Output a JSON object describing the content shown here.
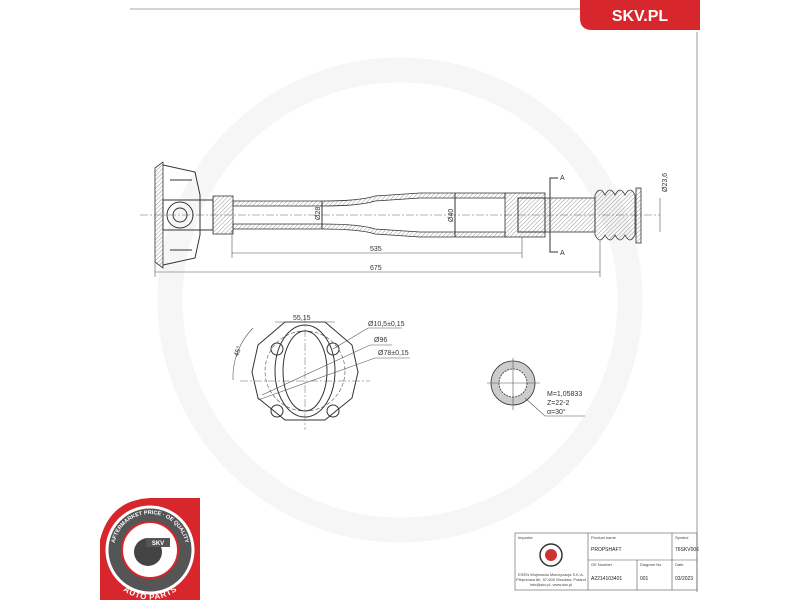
{
  "brand": {
    "site_label": "SKV.PL",
    "accent": "#d7262c"
  },
  "logo": {
    "ring_text": "AFTERMARKET PRICE · OE QUALITY",
    "center_text": "SKV",
    "bottom_text": "AUTO PARTS"
  },
  "drawing": {
    "dim_total": "675",
    "dim_tube": "535",
    "dia_tube": "Ø28",
    "dia_large": "Ø40",
    "dia_end": "Ø23,6",
    "section_mark": "A",
    "flange": {
      "hole_spacing": "55,15",
      "hole_dia": "Ø10,5±0,15",
      "outer_dia": "Ø96",
      "pcd": "Ø78±0,15",
      "angle": "45°"
    },
    "spline": {
      "module": "M=1,05833",
      "teeth": "Z=22-2",
      "angle": "α=30°"
    }
  },
  "title_block": {
    "importer_label": "Importer",
    "importer_lines": [
      "ESEN Wojewoda Motoryzacja S.K.A.",
      "Pieprzowa 6b, 57-600 Wrocław, Poland",
      "info@skv.pl, www.skv.pl"
    ],
    "product_label": "Product name",
    "product_value": "PROPSHAFT",
    "symbol_label": "Symbol",
    "symbol_value": "76SKV006",
    "oe_label": "OE Number",
    "oe_value": "A2214103401",
    "diagram_label": "Diagram No",
    "diagram_value": "001",
    "date_label": "Date",
    "date_value": "03/2023"
  }
}
